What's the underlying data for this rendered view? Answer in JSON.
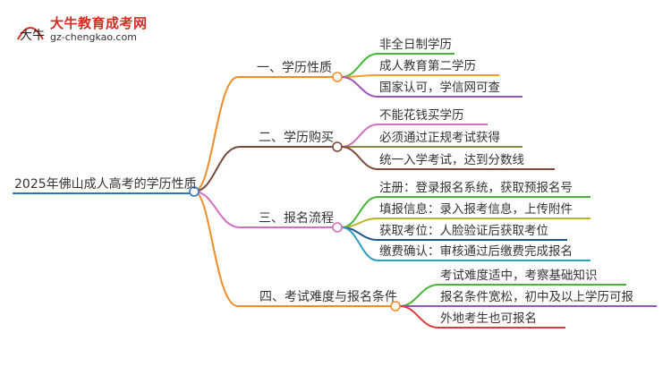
{
  "logo": {
    "site_name": "大牛教育成考网",
    "url": "gz-chengkao.com",
    "mark_text": "大牛"
  },
  "colors": {
    "root_line": "#2f78c4",
    "b1": "#f08c29",
    "b2": "#7a4a3a",
    "b3": "#d46ec0",
    "b4": "#f08c29",
    "leaf_green": "#45b535",
    "leaf_orange": "#f0a028",
    "leaf_purple": "#9b55b8",
    "leaf_red": "#e03a3a",
    "leaf_olive": "#b9b52a",
    "leaf_darkblue": "#1f5a8c",
    "leaf_cyan": "#2a9fc0"
  },
  "root": {
    "label": "2025年佛山成人高考的学历性质"
  },
  "branches": [
    {
      "label": "一、学历性质",
      "leaves": [
        "非全日制学历",
        "成人教育第二学历",
        "国家认可，学信网可查"
      ]
    },
    {
      "label": "二、学历购买",
      "leaves": [
        "不能花钱买学历",
        "必须通过正规考试获得",
        "统一入学考试，达到分数线"
      ]
    },
    {
      "label": "三、报名流程",
      "leaves": [
        "注册：登录报名系统，获取预报名号",
        "填报信息：录入报考信息，上传附件",
        "获取考位：人脸验证后获取考位",
        "缴费确认：审核通过后缴费完成报名"
      ]
    },
    {
      "label": "四、考试难度与报名条件",
      "leaves": [
        "考试难度适中，考察基础知识",
        "报名条件宽松，初中及以上学历可报",
        "外地考生也可报名"
      ]
    }
  ]
}
